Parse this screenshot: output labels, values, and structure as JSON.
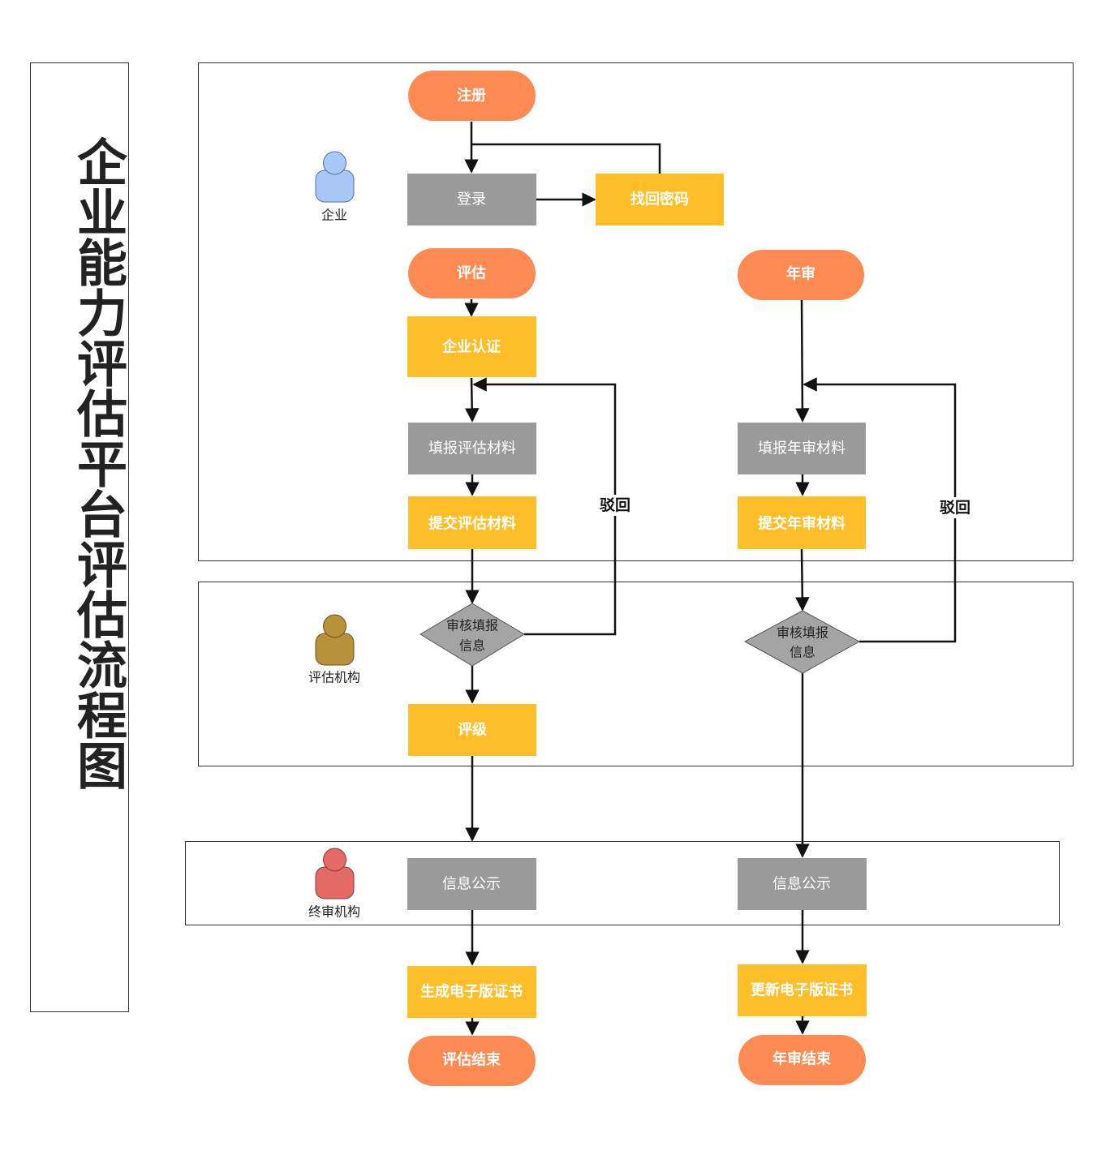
{
  "title": "企业能力评估平台评估流程图",
  "lanes": [
    {
      "role": "企业",
      "avatar_color": "#a8c8f8"
    },
    {
      "role": "评估机构",
      "avatar_color": "#b8913a"
    },
    {
      "role": "终审机构",
      "avatar_color": "#e36a66"
    }
  ],
  "nodes": {
    "register": "注册",
    "login": "登录",
    "recover_password": "找回密码",
    "evaluate": "评估",
    "enterprise_cert": "企业认证",
    "fill_eval": "填报评估材料",
    "submit_eval": "提交评估材料",
    "review_eval": [
      "审核填报",
      "信息"
    ],
    "rating": "评级",
    "publish_eval": "信息公示",
    "gen_cert": "生成电子版证书",
    "eval_end": "评估结束",
    "annual": "年审",
    "fill_annual": "填报年审材料",
    "submit_annual": "提交年审材料",
    "review_annual": [
      "审核填报",
      "信息"
    ],
    "publish_annual": "信息公示",
    "update_cert": "更新电子版证书",
    "annual_end": "年审结束"
  },
  "edge_labels": {
    "reject_eval": "驳回",
    "reject_annual": "驳回"
  },
  "colors": {
    "terminal": "#fd8a52",
    "process_yellow": "#fdbe28",
    "process_gray": "#9a9a9a",
    "decision": "#a4a4a4",
    "line": "#111111"
  }
}
